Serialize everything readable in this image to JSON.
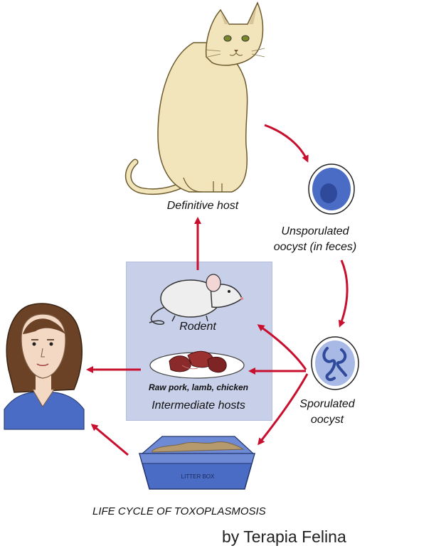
{
  "labels": {
    "definitive_host": "Definitive host",
    "unsporulated_line1": "Unsporulated",
    "unsporulated_line2": "oocyst (in feces)",
    "sporulated_line1": "Sporulated",
    "sporulated_line2": "oocyst",
    "rodent": "Rodent",
    "meat": "Raw pork, lamb, chicken",
    "intermediate_hosts": "Intermediate hosts",
    "litter_box": "LITTER BOX",
    "title": "LIFE CYCLE OF TOXOPLASMOSIS",
    "credit": "by Terapia Felina"
  },
  "colors": {
    "arrow": "#c8102e",
    "box_fill": "#c8cfe9",
    "cat": "#f2e5bb",
    "oocyst": "#4a6cc4",
    "litter_box": "#5a78c8"
  }
}
